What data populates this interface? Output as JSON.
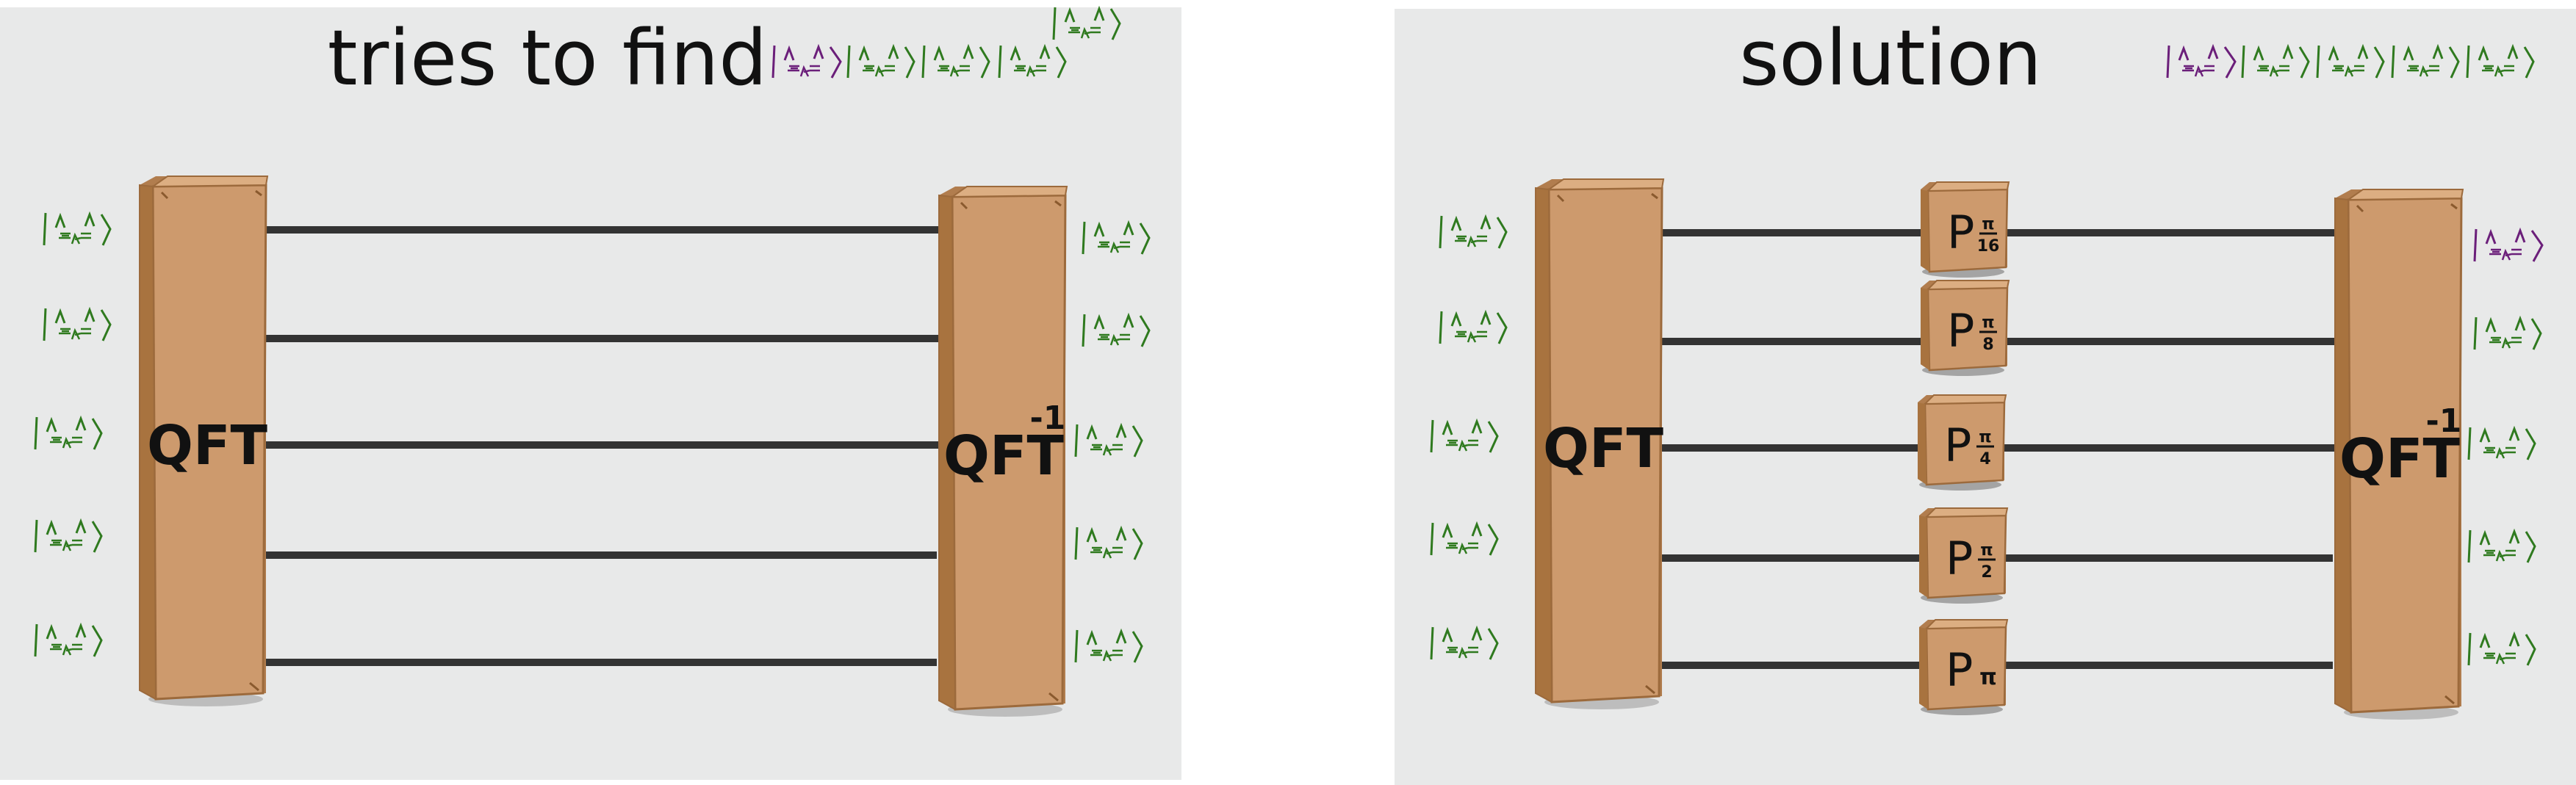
{
  "panels": {
    "left": {
      "title": "tries to find",
      "qft_label": "QFT",
      "iqft_label": "QFT",
      "iqft_superscript": "-1"
    },
    "right": {
      "title": "solution",
      "qft_label": "QFT",
      "iqft_label": "QFT",
      "iqft_superscript": "-1",
      "phase_gates": [
        {
          "letter": "P",
          "numerator": "π",
          "denominator": "16"
        },
        {
          "letter": "P",
          "numerator": "π",
          "denominator": "8"
        },
        {
          "letter": "P",
          "numerator": "π",
          "denominator": "4"
        },
        {
          "letter": "P",
          "numerator": "π",
          "denominator": "2"
        },
        {
          "letter": "P",
          "numerator": "π",
          "denominator": ""
        }
      ]
    }
  },
  "colors": {
    "panel_background": "#e8e9e9",
    "box_face": "#cd9a6d",
    "box_side": "#b17d4e",
    "box_top": "#dcae82",
    "wire": "#333333",
    "cat_green": "#2f7a1f",
    "cat_purple": "#6b1f7a"
  },
  "icons": {
    "ket": "cat-face-ket-icon",
    "gate": "cardboard-box-gate-icon"
  }
}
